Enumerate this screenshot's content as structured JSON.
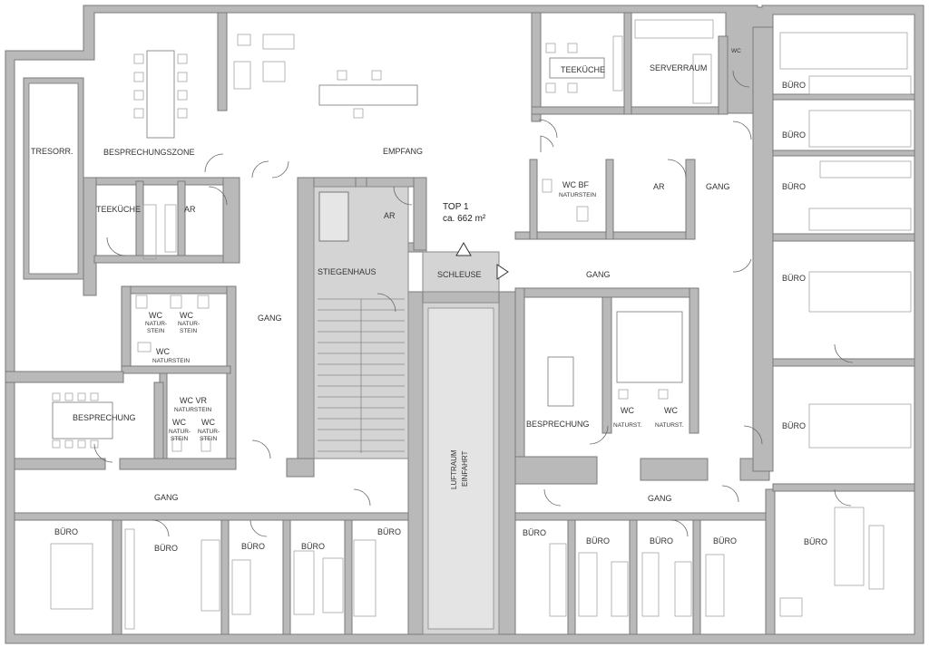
{
  "plan": {
    "top_label": "TOP 1",
    "area_label": "ca. 662 m²",
    "rooms": {
      "tresor": "TRESORR.",
      "besprechungszone": "BESPRECHUNGSZONE",
      "empfang": "EMPFANG",
      "teekueche_ne": "TEEKÜCHE",
      "serverraum": "SERVERRAUM",
      "wc_ne": "WC",
      "buero": "BÜRO",
      "teekueche_w": "TEEKÜCHE",
      "ar": "AR",
      "gang": "GANG",
      "stiegenhaus": "STIEGENHAUS",
      "schleuse": "SCHLEUSE",
      "wc_bf": "WC BF",
      "naturstein": "NATURSTEIN",
      "wc": "WC",
      "natur": "NATUR-",
      "stein": "STEIN",
      "naturst": "NATURST.",
      "wc_vr": "WC VR",
      "besprechung": "BESPRECHUNG",
      "luftraum": "LUFTRAUM",
      "einfahrt": "EINFAHRT"
    }
  }
}
